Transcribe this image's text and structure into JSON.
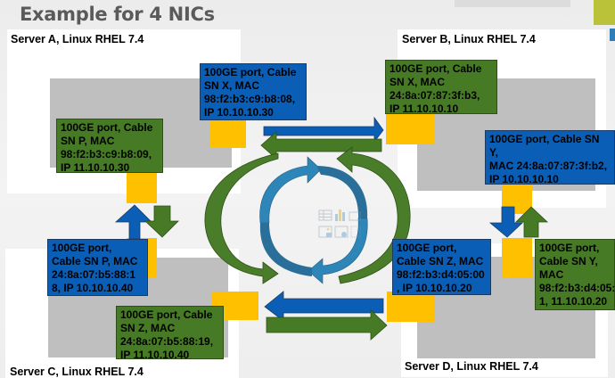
{
  "slide": {
    "title": "Example for 4 NICs"
  },
  "colors": {
    "blue_nic": "#0a5eb5",
    "green_nic": "#467a25",
    "port": "#ffc000",
    "cycle_blue": "#2e86b8",
    "cycle_green": "#4a7d2a"
  },
  "servers": [
    {
      "id": "A",
      "label": "Server A, Linux RHEL 7.4"
    },
    {
      "id": "B",
      "label": "Server B, Linux RHEL 7.4"
    },
    {
      "id": "C",
      "label": "Server C, Linux RHEL 7.4"
    },
    {
      "id": "D",
      "label": "Server D, Linux RHEL 7.4"
    }
  ],
  "nics": {
    "a_blue": "100GE  port, Cable\nSN X, MAC\n98:f2:b3:c9:b8:08,\nIP 10.10.10.30",
    "a_green": "100GE  port, Cable\nSN P, MAC\n98:f2:b3:c9:b8:09,\nIP 11.10.10.30",
    "b_green": "100GE port, Cable\nSN X, MAC\n24:8a:07:87:3f:b3,\nIP 11.10.10.10",
    "b_blue": "100GE port, Cable SN Y,\nMAC  24:8a:07:87:3f:b2,\nIP 10.10.10.10",
    "c_blue": "100GE  port,\nCable SN P, MAC\n24:8a:07:b5:88:1\n8, IP  10.10.10.40",
    "c_green": "100GE  port, Cable\nSN Z, MAC\n24:8a:07:b5:88:19,\nIP 11.10.10.40",
    "d_blue": "100GE  port,\nCable SN Z, MAC\n98:f2:b3:d4:05:00\n, IP  10.10.10.20",
    "d_green": "100GE  port,\nCable SN Y,\nMAC\n98:f2:b3:d4:05:\n1, 11.10.10.20"
  },
  "placeholder_icons": [
    "table-icon",
    "chart-icon",
    "smartart-icon",
    "picture-icon",
    "online-picture-icon",
    "video-icon"
  ]
}
